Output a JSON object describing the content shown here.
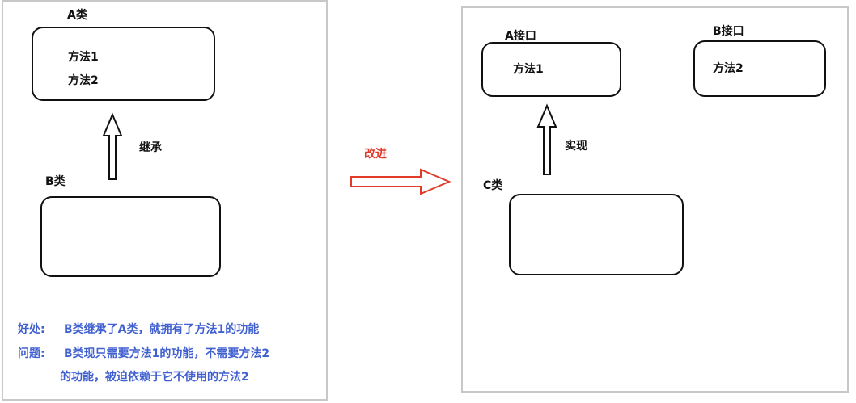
{
  "left": {
    "class_a_label": "A类",
    "class_a_method1": "方法1",
    "class_a_method2": "方法2",
    "inherit_label": "继承",
    "class_b_label": "B类",
    "benefit_label": "好处:",
    "benefit_text": "B类继承了A类，就拥有了方法1的功能",
    "problem_label": "问题:",
    "problem_text_line1": "B类现只需要方法1的功能，不需要方法2",
    "problem_text_line2": "的功能，被迫依赖于它不使用的方法2"
  },
  "middle": {
    "improve_label": "改进"
  },
  "right": {
    "interface_a_label": "A接口",
    "interface_a_method": "方法1",
    "interface_b_label": "B接口",
    "interface_b_method": "方法2",
    "implement_label": "实现",
    "class_c_label": "C类"
  },
  "colors": {
    "note_text": "#4060d0",
    "improve_arrow": "#e03a2a",
    "outline": "#111111",
    "panel_border": "#c8c8c8"
  }
}
